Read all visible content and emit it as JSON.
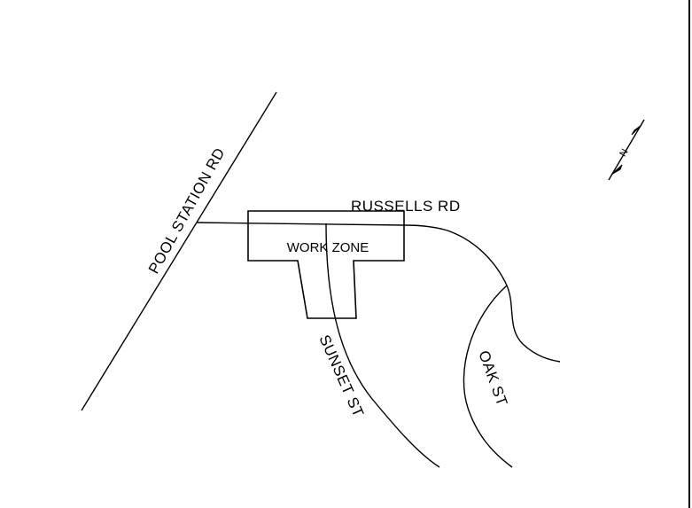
{
  "roads": {
    "pool_station": "POOL STATION RD",
    "russells": "RUSSELLS RD",
    "sunset": "SUNSET ST",
    "oak": "OAK ST"
  },
  "work_zone": {
    "label": "WORK ZONE",
    "pattern": "diagonal-hatch"
  },
  "north_arrow": {
    "label": "N"
  },
  "colors": {
    "line": "#000000",
    "background": "#ffffff"
  }
}
